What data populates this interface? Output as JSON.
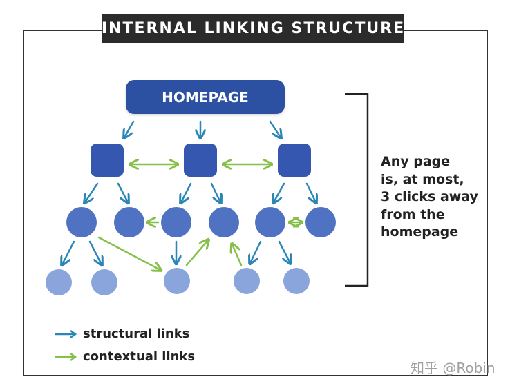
{
  "title": "INTERNAL LINKING STRUCTURE",
  "root_label": "HOMEPAGE",
  "side_note": "Any page\nis, at most,\n3 clicks away\nfrom the\nhomepage",
  "legend": {
    "structural": "structural links",
    "contextual": "contextual links"
  },
  "watermark": "知乎 @Robin",
  "colors": {
    "level1": "#2c50a2",
    "level2": "#3557b0",
    "level3": "#4f73c2",
    "level4": "#8aa5dc",
    "structural_arrow": "#2a86b7",
    "contextual_arrow": "#86c04a",
    "frame": "#333333",
    "title_bg": "#2b2b2b"
  }
}
